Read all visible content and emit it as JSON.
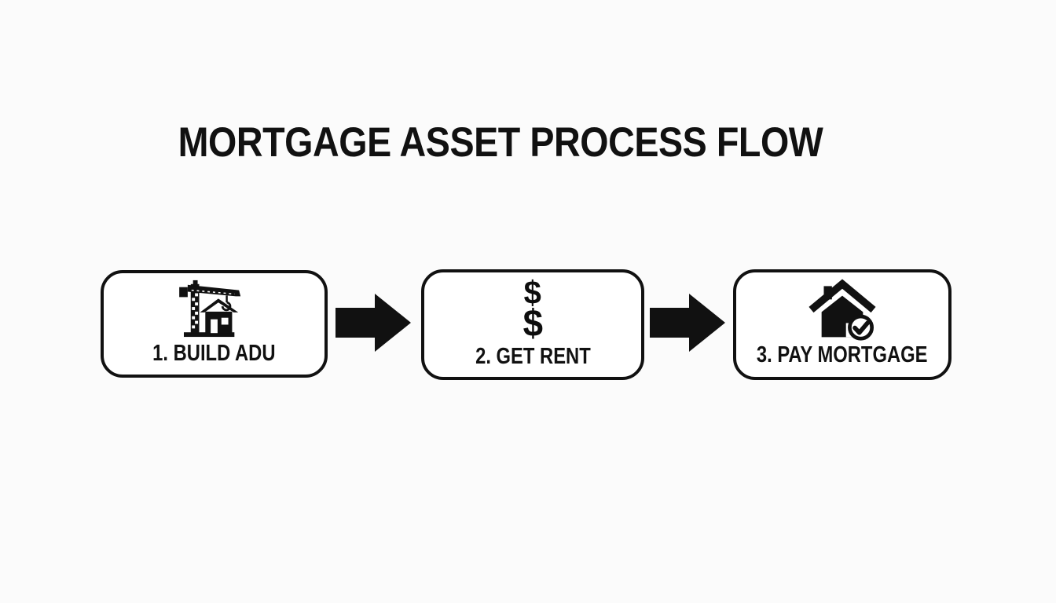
{
  "page": {
    "title": "MORTGAGE ASSET PROCESS FLOW",
    "background_color": "#fbfbfb"
  },
  "colors": {
    "ink": "#111111",
    "box_fill": "#ffffff",
    "box_border": "#111111"
  },
  "flow": {
    "direction": "left-to-right",
    "connector_icon": "right-block-arrow-icon",
    "steps": [
      {
        "number": "1",
        "label": "1. BUILD ADU",
        "icon": "construction-crane-house-icon"
      },
      {
        "number": "2",
        "label": "2. GET RENT",
        "icon": "dollar-signs-icon",
        "dollars": [
          "$",
          "$"
        ]
      },
      {
        "number": "3",
        "label": "3. PAY MORTGAGE",
        "icon": "house-checkmark-icon"
      }
    ]
  }
}
